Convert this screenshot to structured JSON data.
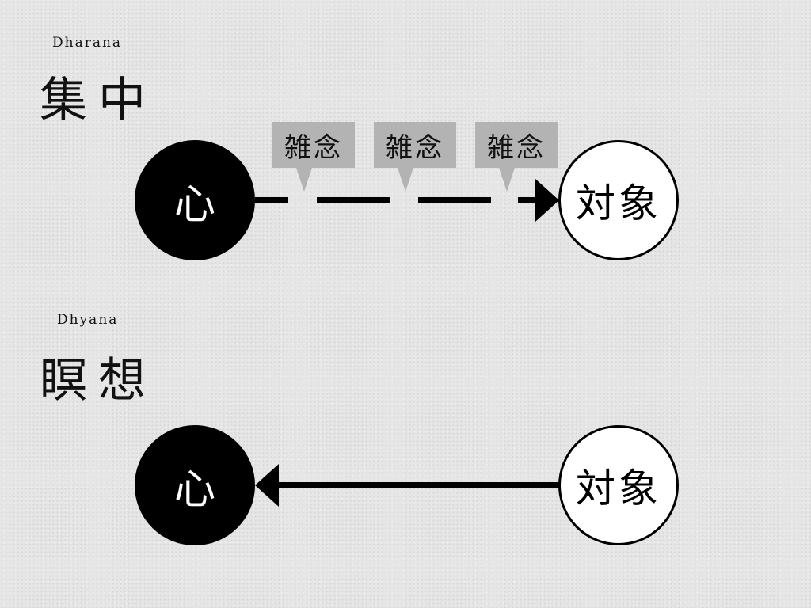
{
  "sections": {
    "dharana": {
      "romaji": "Dharana",
      "title": "集中",
      "mind_label": "心",
      "object_label": "対象",
      "distractions": [
        "雑念",
        "雑念",
        "雑念"
      ]
    },
    "dhyana": {
      "romaji": "Dhyana",
      "title": "瞑想",
      "mind_label": "心",
      "object_label": "対象"
    }
  },
  "colors": {
    "background": "#e6e6e6",
    "mind_fill": "#000000",
    "object_fill": "#ffffff",
    "bubble_fill": "#b3b3b3"
  }
}
